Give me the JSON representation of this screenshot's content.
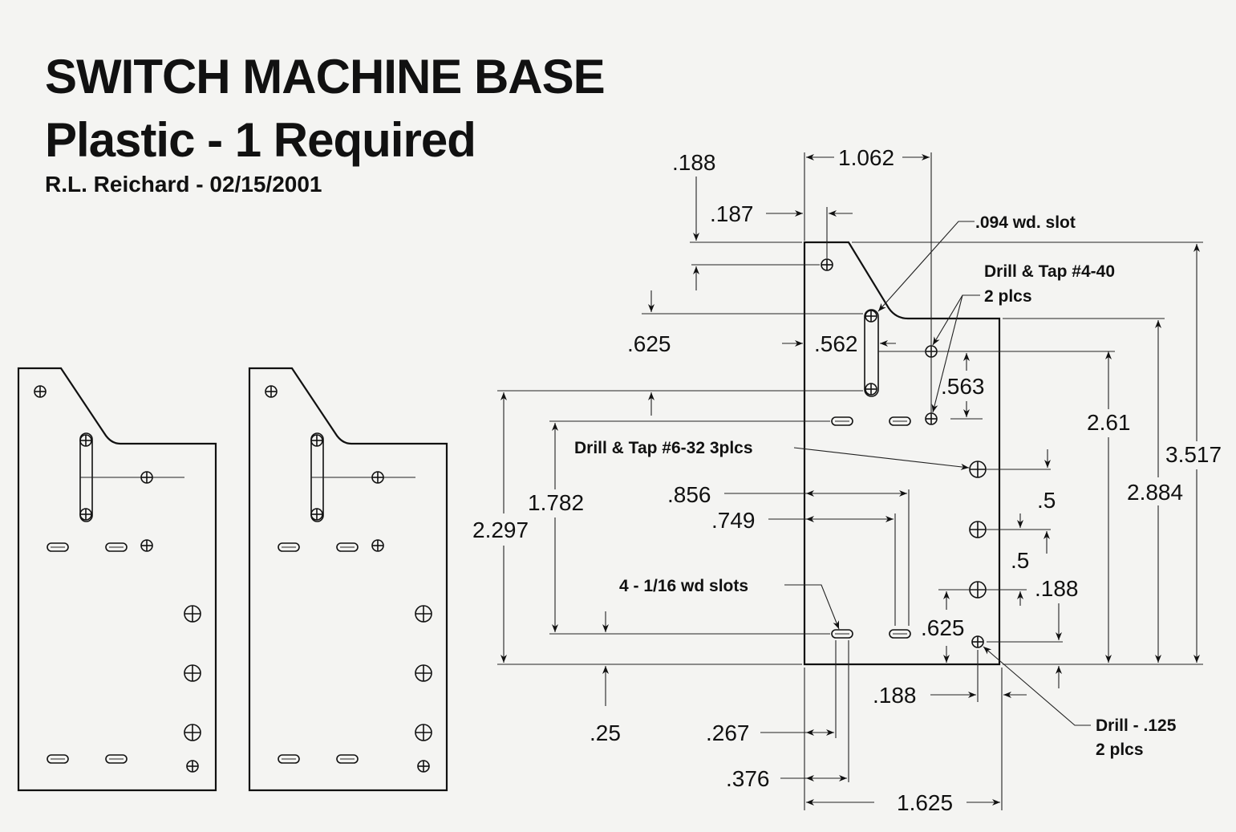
{
  "header": {
    "title": "SWITCH MACHINE BASE",
    "subtitle": "Plastic - 1 Required",
    "author_line": "R.L. Reichard - 02/15/2001"
  },
  "dimensions": {
    "d_188_top": ".188",
    "d_187": ".187",
    "d_1062": "1.062",
    "d_625_left": ".625",
    "d_562": ".562",
    "d_563": ".563",
    "d_261": "2.61",
    "d_3517": "3.517",
    "d_2884": "2.884",
    "d_1782": "1.782",
    "d_2297": "2.297",
    "d_856": ".856",
    "d_749": ".749",
    "d_5_a": ".5",
    "d_5_b": ".5",
    "d_188_right": ".188",
    "d_625_bottom": ".625",
    "d_188_bottom": ".188",
    "d_25": ".25",
    "d_267": ".267",
    "d_376": ".376",
    "d_1625": "1.625"
  },
  "notes": {
    "slot_094": ".094 wd. slot",
    "tap_440_line1": "Drill & Tap #4-40",
    "tap_440_line2": "2 plcs",
    "tap_632": "Drill & Tap #6-32 3plcs",
    "slots_116": "4 - 1/16 wd slots",
    "drill_125_line1": "Drill - .125",
    "drill_125_line2": "2 plcs"
  }
}
